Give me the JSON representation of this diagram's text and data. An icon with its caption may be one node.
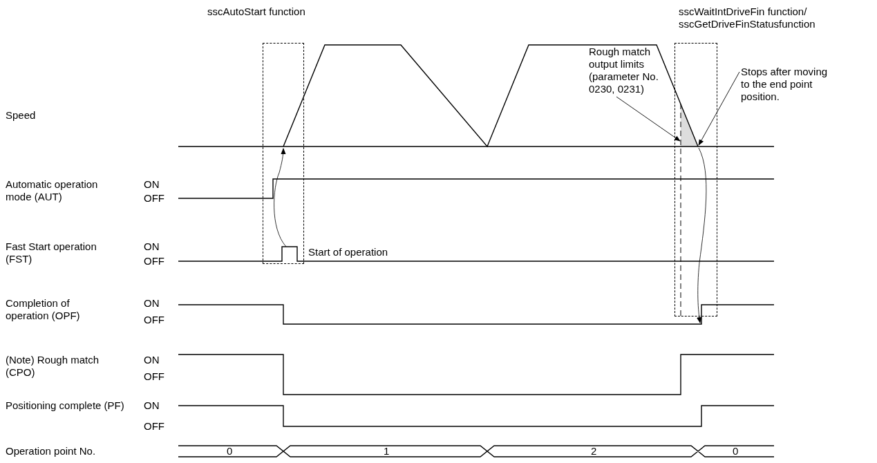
{
  "diagram": {
    "nodes": [
      {
        "text": [
          "sscAutoStart function"
        ]
      },
      {
        "text": [
          "sscWaitIntDriveFin function/ sscGetDriveFinStatusfunction"
        ]
      },
      {
        "text": [
          "Rough match output limits (parameter No. 0230, 0231)"
        ]
      },
      {
        "text": [
          "Stops after moving to the end point position."
        ]
      },
      {
        "text": [],
        "shape": "triangle"
      }
    ],
    "edges": [
      {
        "from": 2,
        "to": 4,
        "arrow": "to"
      },
      {
        "from": 3,
        "to": 4,
        "arrow": "to"
      }
    ],
    "labels": [
      "Speed",
      "Automatic operation mode (AUT)",
      "ON",
      "OFF",
      "Fast Start operation (FST)",
      "ON",
      "OFF",
      "Start of operation",
      "Completion of operation (OPF)",
      "ON",
      "OFF",
      "(Note) Rough match (CPO)",
      "ON",
      "OFF",
      "Positioning complete (PF)",
      "ON",
      "OFF",
      "Operation point No.",
      "0",
      "1",
      "2",
      "0"
    ]
  }
}
